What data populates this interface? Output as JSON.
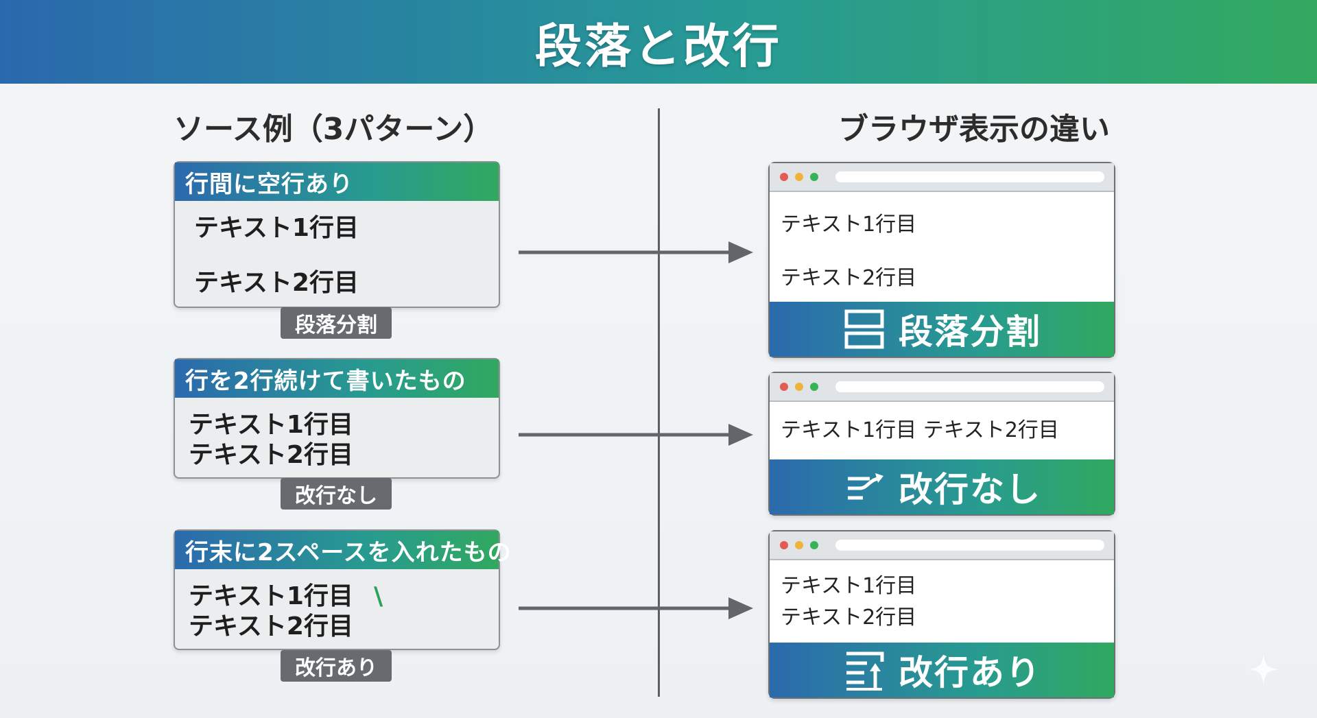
{
  "title": "段落と改行",
  "left_heading": "ソース例（3パターン）",
  "right_heading": "ブラウザ表示の違い",
  "patterns": [
    {
      "source_label": "行間に空行あり",
      "source_lines": [
        "テキスト1行目",
        "テキスト2行目"
      ],
      "tag": "段落分割",
      "render_lines": [
        "テキスト1行目",
        "テキスト2行目"
      ],
      "result": "段落分割",
      "result_icon": "paragraph-split-icon"
    },
    {
      "source_label": "行を2行続けて書いたもの",
      "source_lines": [
        "テキスト1行目",
        "テキスト2行目"
      ],
      "tag": "改行なし",
      "render_lines": [
        "テキスト1行目 テキスト2行目"
      ],
      "result": "改行なし",
      "result_icon": "no-line-break-icon"
    },
    {
      "source_label": "行末に2スペースを入れたもの",
      "source_lines": [
        "テキスト1行目",
        "テキスト2行目"
      ],
      "trailing_mark": "\\",
      "tag": "改行あり",
      "render_lines": [
        "テキスト1行目",
        "テキスト2行目"
      ],
      "result": "改行あり",
      "result_icon": "line-break-icon"
    }
  ],
  "colors": {
    "header_gradient": [
      "#2a69ad",
      "#279a96",
      "#33a960"
    ],
    "tag_bg": "#676b70",
    "arrow": "#62666b",
    "mark": "#2aa05a"
  }
}
